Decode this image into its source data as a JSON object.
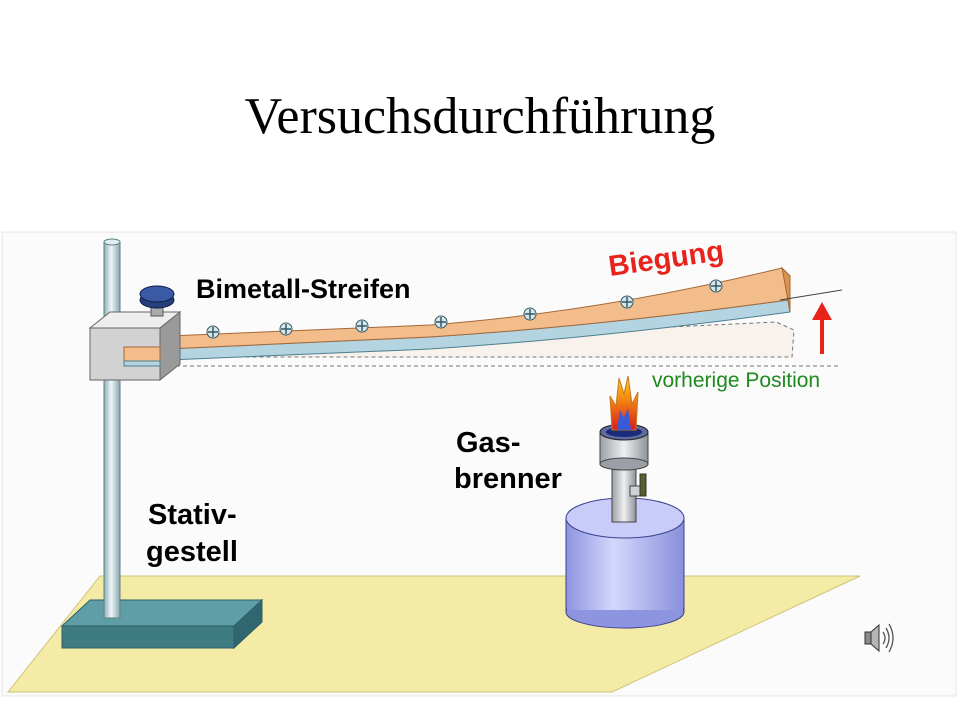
{
  "slide": {
    "title": "Versuchsdurchführung"
  },
  "diagram": {
    "labels": {
      "strip": "Bimetall-Streifen",
      "bend": "Biegung",
      "previous_position": "vorherige Position",
      "burner_line1": "Gas-",
      "burner_line2": "brenner",
      "stand_line1": "Stativ-",
      "stand_line2": "gestell"
    },
    "colors": {
      "strip_top": "#f2bd8a",
      "strip_bottom": "#b3d4e0",
      "accent_red": "#e8231c",
      "label_green": "#1e8a1e",
      "base_plate": "#f4eba6",
      "burner_body": "#a6acef"
    },
    "icons": [
      "speaker-icon",
      "screw-icon",
      "flame-icon",
      "arrow-up-icon"
    ]
  }
}
